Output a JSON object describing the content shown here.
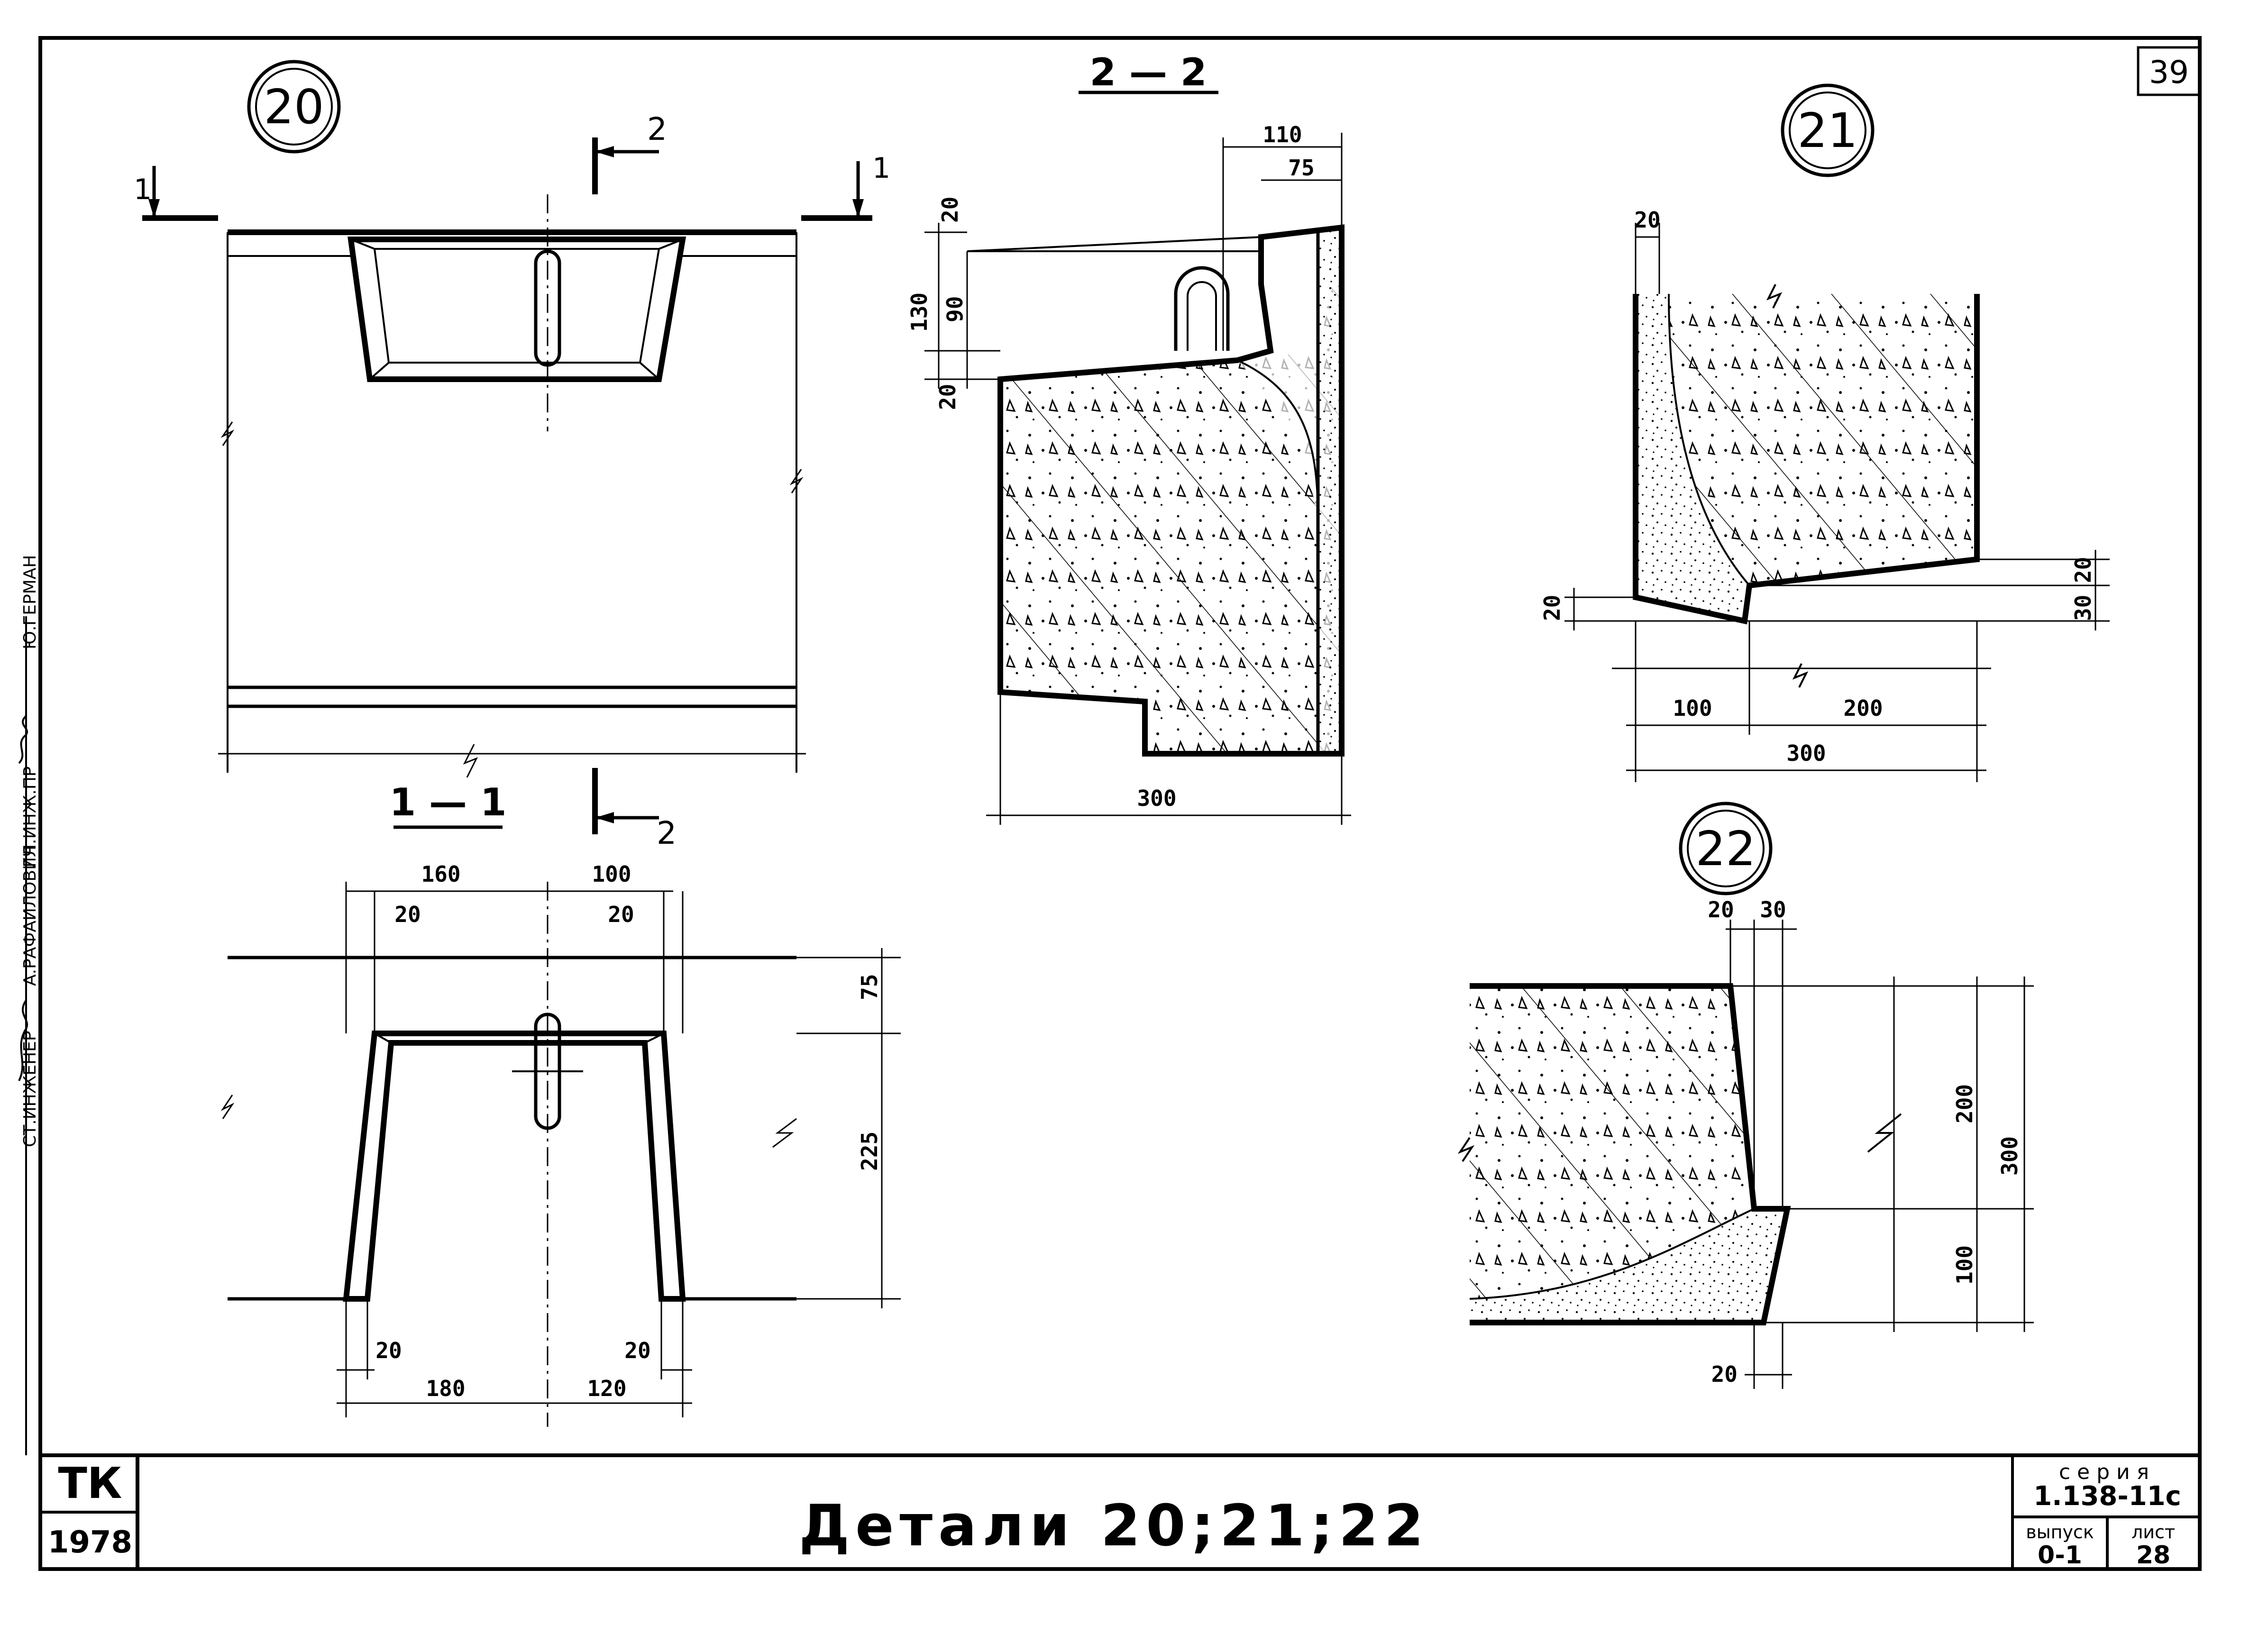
{
  "page_number": "39",
  "details": {
    "d20": {
      "marker": "20"
    },
    "d21": {
      "marker": "21"
    },
    "d22": {
      "marker": "22"
    }
  },
  "sections": {
    "s22": "2 — 2",
    "s11": "1 — 1",
    "cut1_left": "1",
    "cut1_right": "1",
    "cut2_top": "2",
    "cut2_bottom": "2"
  },
  "dimensions": {
    "d22_top_110": "110",
    "d22_top_75": "75",
    "d22_left_20a": "20",
    "d22_left_130": "130",
    "d22_left_90": "90",
    "d22_left_20b": "20",
    "d22_bottom_300": "300",
    "d11_top_160": "160",
    "d11_top_100": "100",
    "d11_top_20a": "20",
    "d11_top_20b": "20",
    "d11_right_75": "75",
    "d11_right_225": "225",
    "d11_bot_20a": "20",
    "d11_bot_20b": "20",
    "d11_bot_180": "180",
    "d11_bot_120": "120",
    "d21_top_20": "20",
    "d21_left_20": "20",
    "d21_right_20": "20",
    "d21_right_30": "30",
    "d21_bot_100": "100",
    "d21_bot_200": "200",
    "d21_bot_300": "300",
    "d22b_top_20": "20",
    "d22b_top_30": "30",
    "d22b_right_200": "200",
    "d22b_right_100": "100",
    "d22b_right_300": "300",
    "d22b_bot_20": "20"
  },
  "side_stamp": {
    "role1": "СТ.ИНЖЕНЕР",
    "name1": "А.РАФАИЛОВИЧ",
    "role2": "ГЛ.ИНЖ.ПР",
    "name2": "Ю.ГЕРМАН"
  },
  "title_block": {
    "org": "ТК",
    "year": "1978",
    "title": "Детали 20;21;22",
    "series_label": "серия",
    "series_value": "1.138-11с",
    "issue_label": "выпуск",
    "issue_value": "0-1",
    "sheet_label": "лист",
    "sheet_value": "28"
  }
}
